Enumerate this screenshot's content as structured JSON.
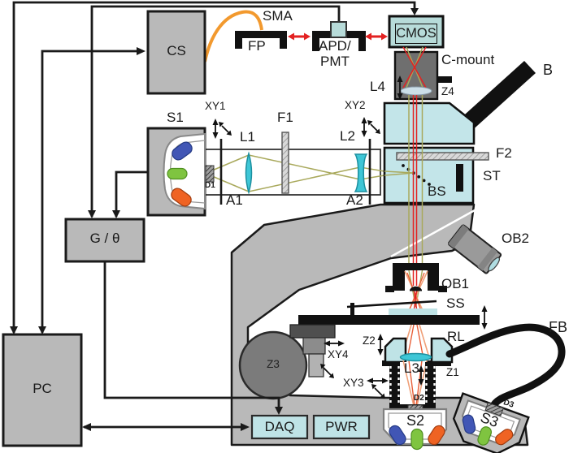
{
  "title": "Optical microscopy system schematic",
  "labels": {
    "sma": "SMA",
    "fp": "FP",
    "apd_line1": "APD/",
    "apd_line2": "PMT",
    "cmos": "CMOS",
    "c_mount": "C-mount",
    "b": "B",
    "l4": "L4",
    "z4": "Z4",
    "cs": "CS",
    "s1": "S1",
    "xy1": "XY1",
    "l1": "L1",
    "f1": "F1",
    "l2": "L2",
    "xy2": "XY2",
    "a1": "A1",
    "a2": "A2",
    "d1": "D1",
    "f2": "F2",
    "st": "ST",
    "bs": "BS",
    "g_theta": "G / θ",
    "ob1": "OB1",
    "ob2": "OB2",
    "ss": "SS",
    "rl": "RL",
    "fb": "FB",
    "pc": "PC",
    "z3": "Z3",
    "xy4": "XY4",
    "z2": "Z2",
    "z1": "Z1",
    "xy3": "XY3",
    "l3": "L3",
    "d2": "D2",
    "d3": "D3",
    "s2": "S2",
    "s3": "S3",
    "daq": "DAQ",
    "pwr": "PWR"
  },
  "colors": {
    "component_gray": "#b9b9b9",
    "cyan_fill": "#bfe3e6",
    "cmos_cyan": "#b7dbd9",
    "lens_cyan": "#3ec6d6",
    "wire_black": "#1a1a1a",
    "fiber_orange": "#f2992e",
    "signal_red": "#e32222",
    "beam_olive": "#a9a95c",
    "beam_orange": "#f0a078",
    "beam_salmon": "#e8603a",
    "led_blue": "#4156b5",
    "led_green": "#7fc440",
    "led_orange": "#ef6323",
    "dark_housing": "#6f6f6f"
  },
  "icon_semantics": {
    "double_arrows": "adjustment-axis-arrows",
    "hatched_squares": "diffuser-elements",
    "dotted_diagonal": "beam-splitter"
  }
}
